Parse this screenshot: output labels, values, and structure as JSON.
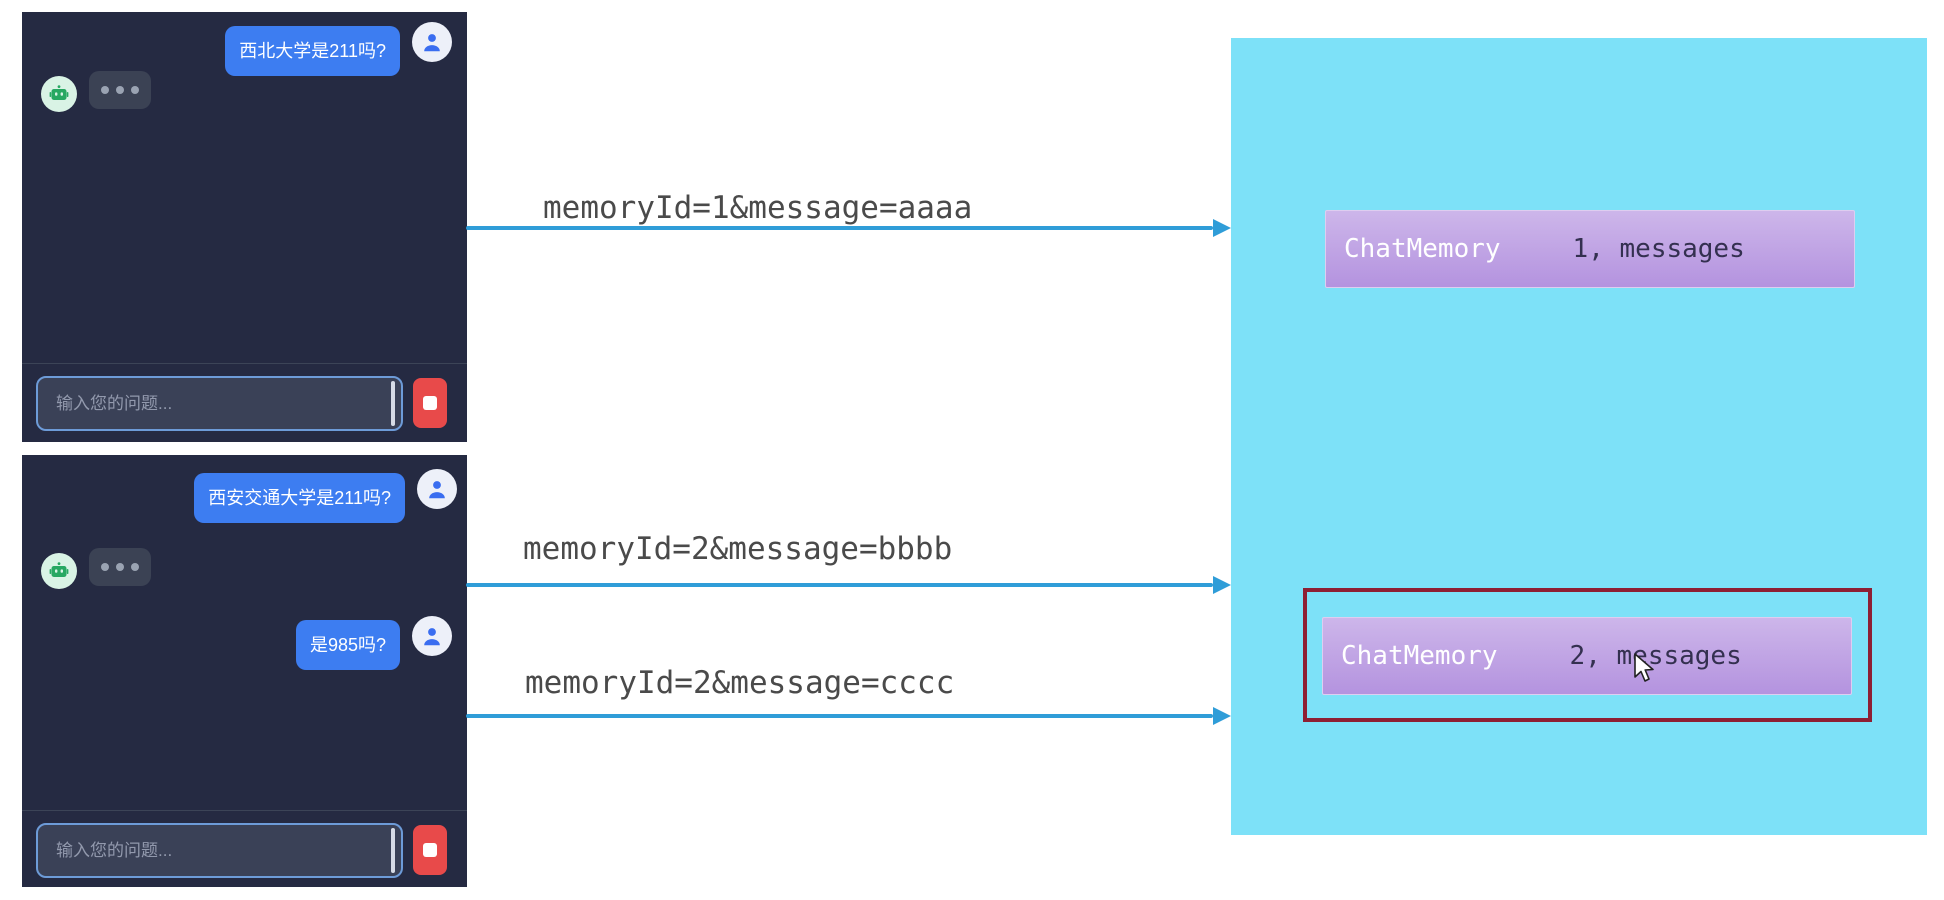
{
  "theme": {
    "page_bg": "#ffffff",
    "panel_bg": "#252a42",
    "bubble_blue": "#3d7df1",
    "arrow_blue": "#2f9dd8",
    "cyan_bg": "#7de1f8",
    "memory_top": "#cdb6ea",
    "memory_bottom": "#b493df",
    "memory_value_text": "#343050",
    "highlight_red": "#8e1f33",
    "stop_red": "#e84a4a",
    "label_text": "#4a4a4a",
    "typing_bubble": "#3b4254",
    "typing_dot": "#9aa3b2",
    "input_bg": "#3a4157",
    "input_border": "#6d9bd8",
    "placeholder": "#9299ad",
    "avatar_bg": "#edf0f9",
    "avatar_person": "#3a6df0",
    "bot_avatar_bg": "#d9f3e5",
    "bot_avatar_fg": "#27a862"
  },
  "chat_windows": [
    {
      "messages": [
        {
          "role": "user",
          "text": "西北大学是211吗?"
        },
        {
          "role": "bot",
          "typing": true
        }
      ],
      "input": {
        "placeholder": "输入您的问题...",
        "value": ""
      }
    },
    {
      "messages": [
        {
          "role": "user",
          "text": "西安交通大学是211吗?"
        },
        {
          "role": "bot",
          "typing": true
        },
        {
          "role": "user",
          "text": "是985吗?"
        }
      ],
      "input": {
        "placeholder": "输入您的问题...",
        "value": ""
      }
    }
  ],
  "arrows": [
    {
      "label": "memoryId=1&message=aaaa"
    },
    {
      "label": "memoryId=2&message=bbbb"
    },
    {
      "label": "memoryId=2&message=cccc"
    }
  ],
  "memory_panel": {
    "entries": [
      {
        "name": "ChatMemory",
        "value": "1, messages",
        "highlighted": false
      },
      {
        "name": "ChatMemory",
        "value": "2, messages",
        "highlighted": true
      }
    ]
  },
  "icons": {
    "user_avatar": "user-icon",
    "bot_avatar": "robot-icon",
    "stop": "stop-square-icon",
    "cursor": "mouse-pointer-icon"
  }
}
